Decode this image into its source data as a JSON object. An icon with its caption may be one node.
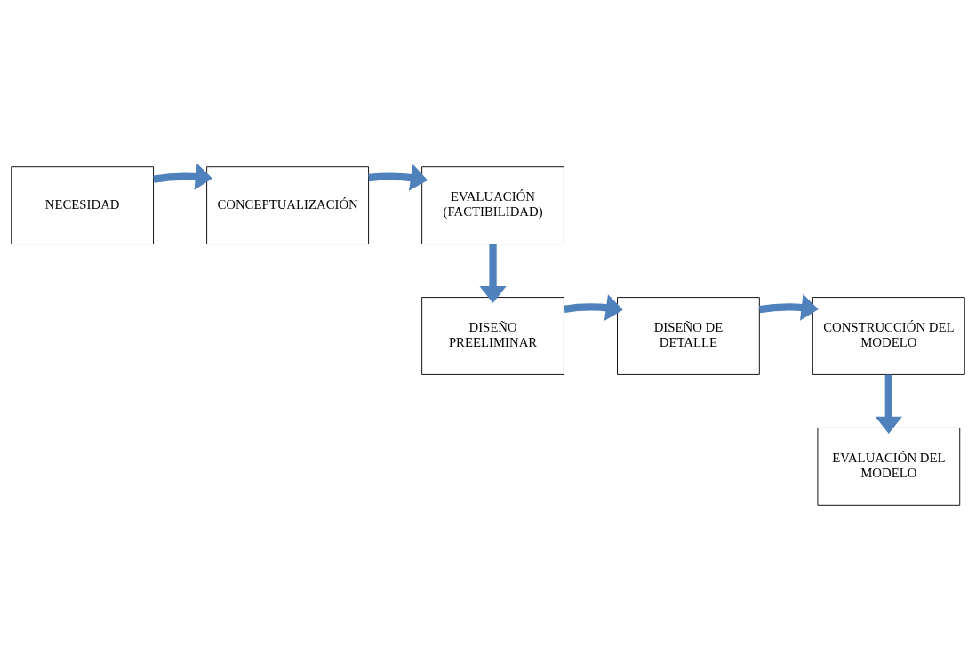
{
  "diagram": {
    "nodes": [
      {
        "text": [
          "NECESIDAD"
        ]
      },
      {
        "text": [
          "CONCEPTUALIZACIÓN"
        ]
      },
      {
        "text": [
          "EVALUACIÓN (FACTIBILIDAD)"
        ]
      },
      {
        "text": [
          "DISEÑO PREELIMINAR"
        ]
      },
      {
        "text": [
          "DISEÑO DE DETALLE"
        ]
      },
      {
        "text": [
          "CONSTRUCCIÓN DEL MODELO"
        ]
      },
      {
        "text": [
          "EVALUACIÓN DEL MODELO"
        ]
      }
    ],
    "edges": [
      {
        "from": 0,
        "to": 1,
        "arrow": "to"
      },
      {
        "from": 1,
        "to": 2,
        "arrow": "to"
      },
      {
        "from": 2,
        "to": 3,
        "arrow": "to"
      },
      {
        "from": 3,
        "to": 4,
        "arrow": "to"
      },
      {
        "from": 4,
        "to": 5,
        "arrow": "to"
      },
      {
        "from": 5,
        "to": 6,
        "arrow": "to"
      }
    ]
  }
}
